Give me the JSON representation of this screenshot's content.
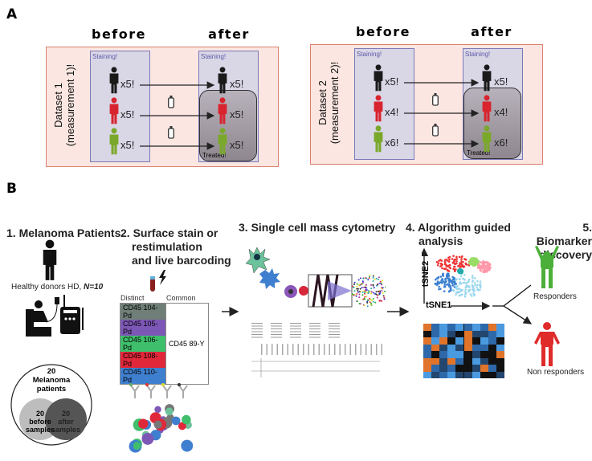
{
  "panel_a": {
    "letter": "A",
    "datasets": [
      {
        "label": "Dataset 1",
        "sublabel": "(measurement 1)!",
        "before": "before",
        "after": "after",
        "staining": "Staining!",
        "treated": "Treated!",
        "rows": [
          {
            "color": "#1a1a1a",
            "before": "x5!",
            "after": "x5!",
            "drug": false
          },
          {
            "color": "#d8242e",
            "before": "x5!",
            "after": "x5!",
            "drug": true
          },
          {
            "color": "#7aa82a",
            "before": "x5!",
            "after": "x5!",
            "drug": true
          }
        ]
      },
      {
        "label": "Dataset 2",
        "sublabel": "(measurement 2)!",
        "before": "before",
        "after": "after",
        "staining": "Staining!",
        "treated": "Treated!",
        "rows": [
          {
            "color": "#1a1a1a",
            "before": "x5!",
            "after": "x5!",
            "drug": false
          },
          {
            "color": "#d8242e",
            "before": "x4!",
            "after": "x4!",
            "drug": true
          },
          {
            "color": "#7aa82a",
            "before": "x6!",
            "after": "x6!",
            "drug": true
          }
        ]
      }
    ]
  },
  "panel_b": {
    "letter": "B",
    "step1": {
      "title": "1. Melanoma Patients",
      "healthy": "Healthy donors HD, ",
      "n": "N=10",
      "circle_count": "20",
      "circle_label1": "Melanoma",
      "circle_label2": "patients",
      "before_count": "20",
      "before_l1": "before",
      "before_l2": "samples",
      "after_count": "20",
      "after_l1": "after",
      "after_l2": "samples"
    },
    "step2": {
      "title1": "2. Surface stain or",
      "title2": "restimulation",
      "title3": "and live barcoding",
      "col_distinct": "Distinct",
      "col_common": "Common",
      "common_value": "CD45 89-Y",
      "barcodes": [
        {
          "label": "CD45 104-Pd",
          "color": "#6f7f78"
        },
        {
          "label": "CD45 105-Pd",
          "color": "#7d57b6"
        },
        {
          "label": "CD45 106-Pd",
          "color": "#3fbf6b"
        },
        {
          "label": "CD45 108-Pd",
          "color": "#e0283a"
        },
        {
          "label": "CD45 110-Pd",
          "color": "#3f7fcf"
        }
      ]
    },
    "step3": {
      "title": "3. Single cell mass cytometry"
    },
    "step4": {
      "title1": "4. Algorithm guided",
      "title2": "analysis",
      "axis_y": "tSNE2",
      "axis_x": "tSNE1"
    },
    "step5": {
      "title1": "5. Biomarker",
      "title2": "discovery",
      "responders": "Responders",
      "non_responders": "Non responders",
      "responder_color": "#4caf3a",
      "non_responder_color": "#e02b2b"
    }
  }
}
